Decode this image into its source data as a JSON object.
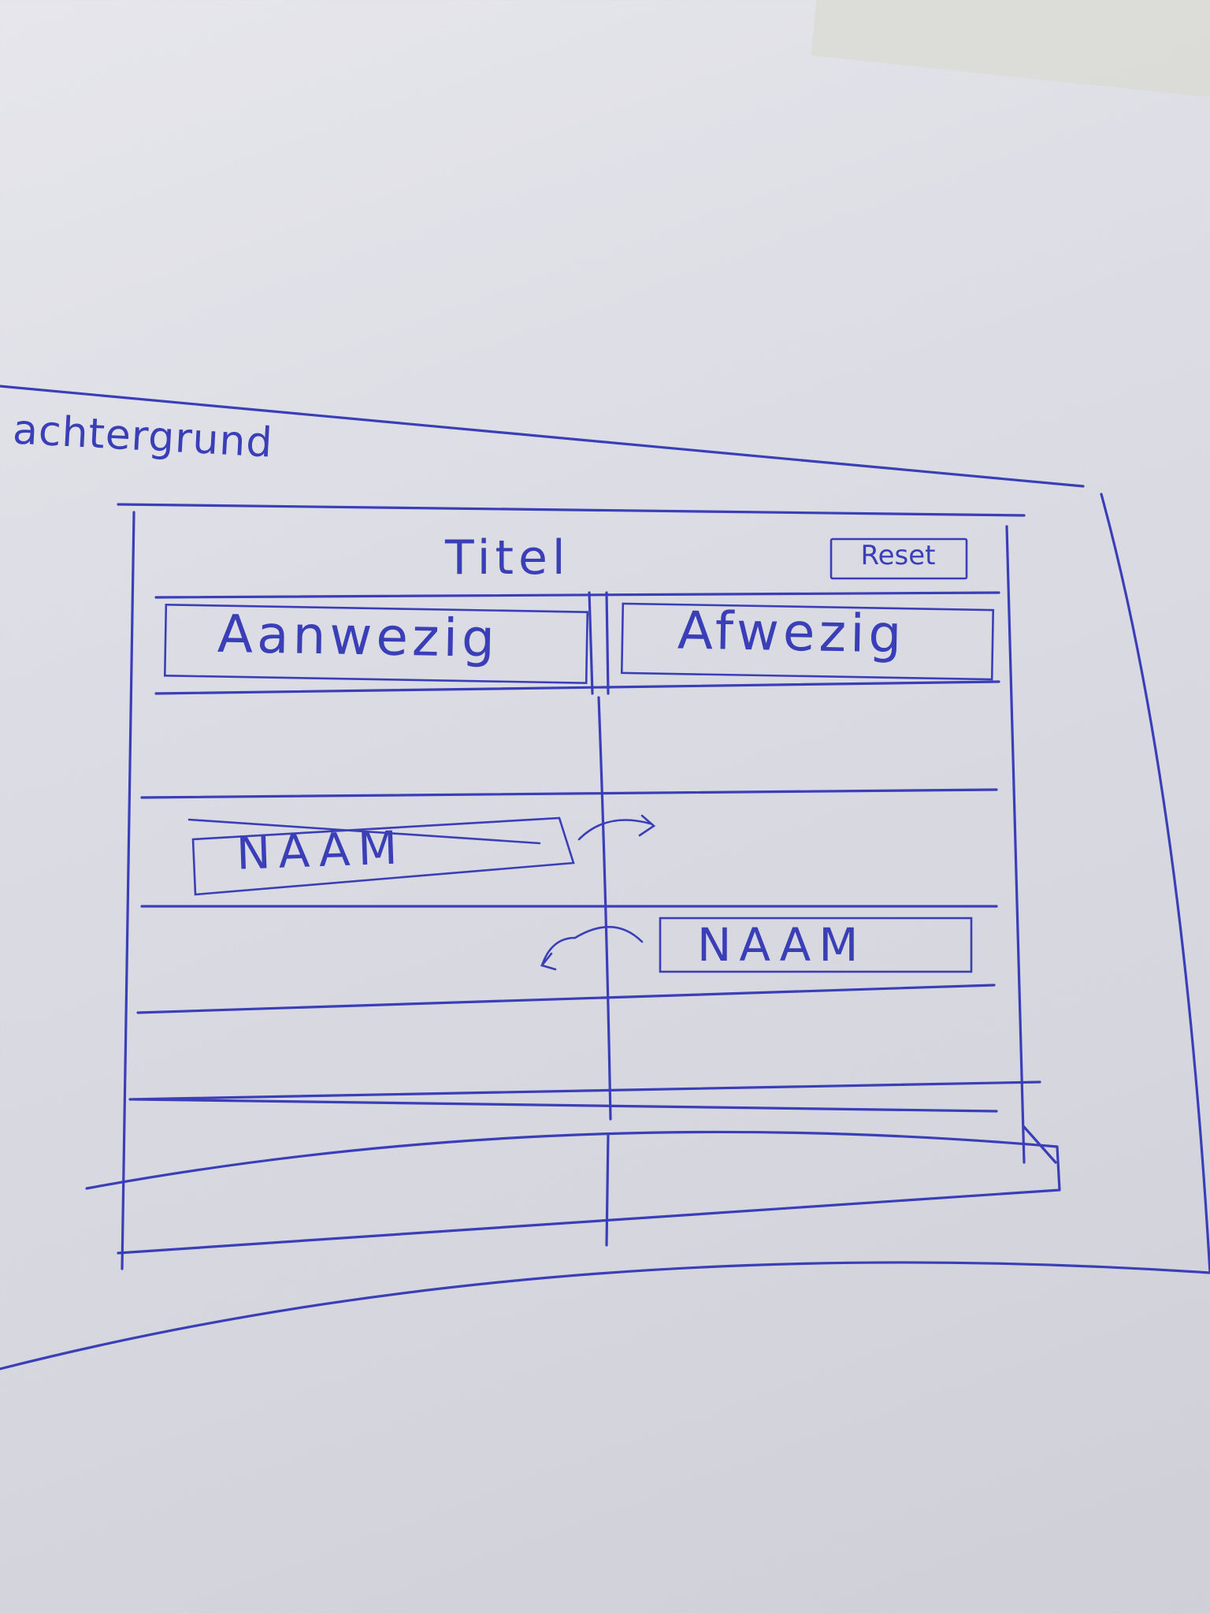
{
  "background_label": "achtergrund",
  "panel": {
    "title": "Titel",
    "reset_label": "Reset"
  },
  "columns": {
    "present": {
      "header": "Aanwezig"
    },
    "absent": {
      "header": "Afwezig"
    }
  },
  "entries": [
    {
      "name": "NAAM",
      "column": "present"
    },
    {
      "name": "NAAM",
      "column": "absent"
    }
  ],
  "ink_color": "#3a3fb8"
}
